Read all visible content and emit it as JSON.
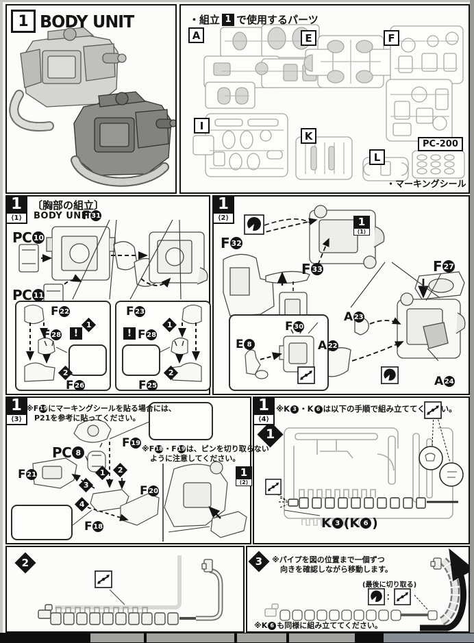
{
  "title_panel": {
    "step": "1",
    "title": "BODY UNIT"
  },
  "parts_panel": {
    "heading_pre": "・組立",
    "heading_step": "1",
    "heading_post": "で使用するパーツ",
    "runners": {
      "a": "A",
      "e": "E",
      "f": "F",
      "i": "I",
      "k": "K",
      "l": "L"
    },
    "pc_tag": "PC-200",
    "seal_note": "・マーキングシール"
  },
  "s11": {
    "step": "1",
    "sub": "⟨1⟩",
    "jp_title": "〔胸部の組立〕",
    "en_title": "BODY UNIT",
    "pc10": {
      "l": "PC",
      "n": "10"
    },
    "pc11": {
      "l": "PC",
      "n": "11"
    },
    "f31": {
      "l": "F",
      "n": "31"
    },
    "left": {
      "top": {
        "l": "F",
        "n": "22"
      },
      "s1": "1",
      "mid": {
        "l": "F",
        "n": "28"
      },
      "warn": "!",
      "s2": "2",
      "bot": {
        "l": "F",
        "n": "26"
      }
    },
    "right": {
      "top": {
        "l": "F",
        "n": "23"
      },
      "s1": "1",
      "mid": {
        "l": "F",
        "n": "28"
      },
      "warn": "!",
      "s2": "2",
      "bot": {
        "l": "F",
        "n": "25"
      }
    }
  },
  "s12": {
    "step": "1",
    "sub": "⟨2⟩",
    "ref": {
      "step": "1",
      "sub": "⟨1⟩"
    },
    "f32": {
      "l": "F",
      "n": "32"
    },
    "f33": {
      "l": "F",
      "n": "33"
    },
    "f27": {
      "l": "F",
      "n": "27"
    },
    "e8": {
      "l": "E",
      "n": "8"
    },
    "f30": {
      "l": "F",
      "n": "30"
    },
    "a23": {
      "l": "A",
      "n": "23"
    },
    "a22": {
      "l": "A",
      "n": "22"
    },
    "a24": {
      "l": "A",
      "n": "24"
    }
  },
  "s13": {
    "step": "1",
    "sub": "⟨3⟩",
    "note1": {
      "a": "※F",
      "n": "19",
      "b": "にマーキングシールを貼る場合には、",
      "c": "P21を参考に貼ってください。"
    },
    "f19": {
      "l": "F",
      "n": "19"
    },
    "pc8": {
      "l": "PC",
      "n": "8"
    },
    "note2": {
      "a": "※F",
      "n18": "18",
      "b": "・F",
      "n19": "19",
      "c": "は、ピンを切り取らない",
      "d": "ように注意してください。"
    },
    "f21": {
      "l": "F",
      "n": "21"
    },
    "f18": {
      "l": "F",
      "n": "18"
    },
    "f20": {
      "l": "F",
      "n": "20"
    },
    "d1": "1",
    "d2": "2",
    "d3": "3",
    "d4": "4",
    "ref": {
      "step": "1",
      "sub": "⟨2⟩"
    }
  },
  "s14": {
    "step": "1",
    "sub": "⟨4⟩",
    "note": {
      "a": "※K",
      "n3": "3",
      "b": "・K",
      "n6": "6",
      "c": "は以下の手順で組み立ててください。"
    },
    "d1": "1",
    "klabel": {
      "a": "K",
      "n3": "3",
      "b": "(K",
      "n6": "6",
      "c": ")"
    }
  },
  "s2": {
    "d": "2"
  },
  "s3": {
    "d": "3",
    "note1a": "※パイプを図の位置まで一個ずつ",
    "note1b": "向きを確認しながら移動します。",
    "cut_note": "(最後に切り取る)",
    "colon": "：",
    "note2": {
      "a": "※K",
      "n6": "6",
      "b": "も同様に組み立ててください。"
    }
  }
}
